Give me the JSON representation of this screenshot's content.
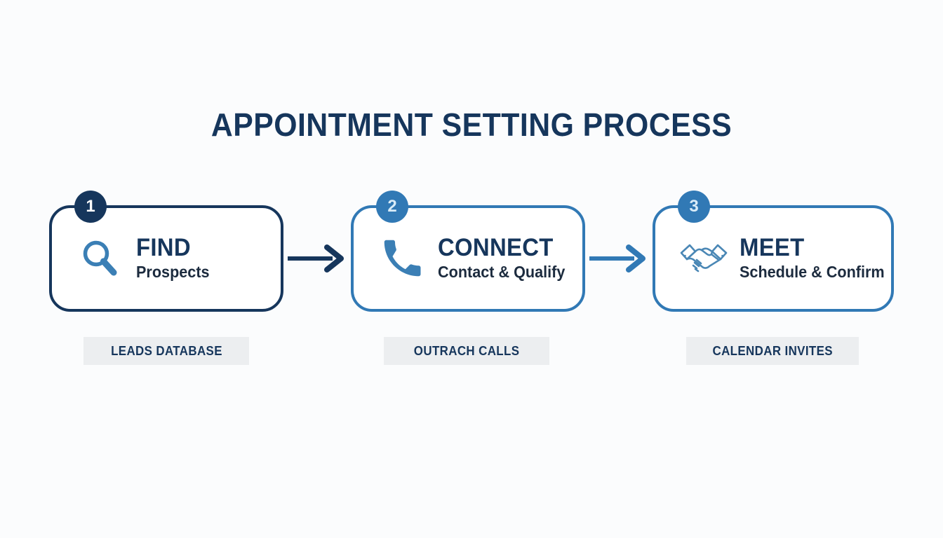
{
  "page": {
    "title": "APPOINTMENT SETTING PROCESS",
    "background_color": "#fbfcfd",
    "navy": "#16365c",
    "blue": "#3179b5",
    "chip_background": "#eceef0"
  },
  "steps": [
    {
      "number": "1",
      "icon": "magnifier-icon",
      "title": "FIND",
      "subtitle": "Prospects",
      "caption": "LEADS DATABASE",
      "accent": "#16365c",
      "badge_text_color": "#ffffff"
    },
    {
      "number": "2",
      "icon": "phone-icon",
      "title": "CONNECT",
      "subtitle": "Contact & Qualify",
      "caption": "OUTRACH CALLS",
      "accent": "#3179b5",
      "badge_text_color": "#d9ecf8"
    },
    {
      "number": "3",
      "icon": "handshake-icon",
      "title": "MEET",
      "subtitle": "Schedule & Confirm",
      "caption": "CALENDAR INVITES",
      "accent": "#3179b5",
      "badge_text_color": "#d9ecf8"
    }
  ],
  "connectors": [
    {
      "name": "arrow-step1-to-step2",
      "color": "#16365c"
    },
    {
      "name": "arrow-step2-to-step3",
      "color": "#3179b5"
    }
  ]
}
